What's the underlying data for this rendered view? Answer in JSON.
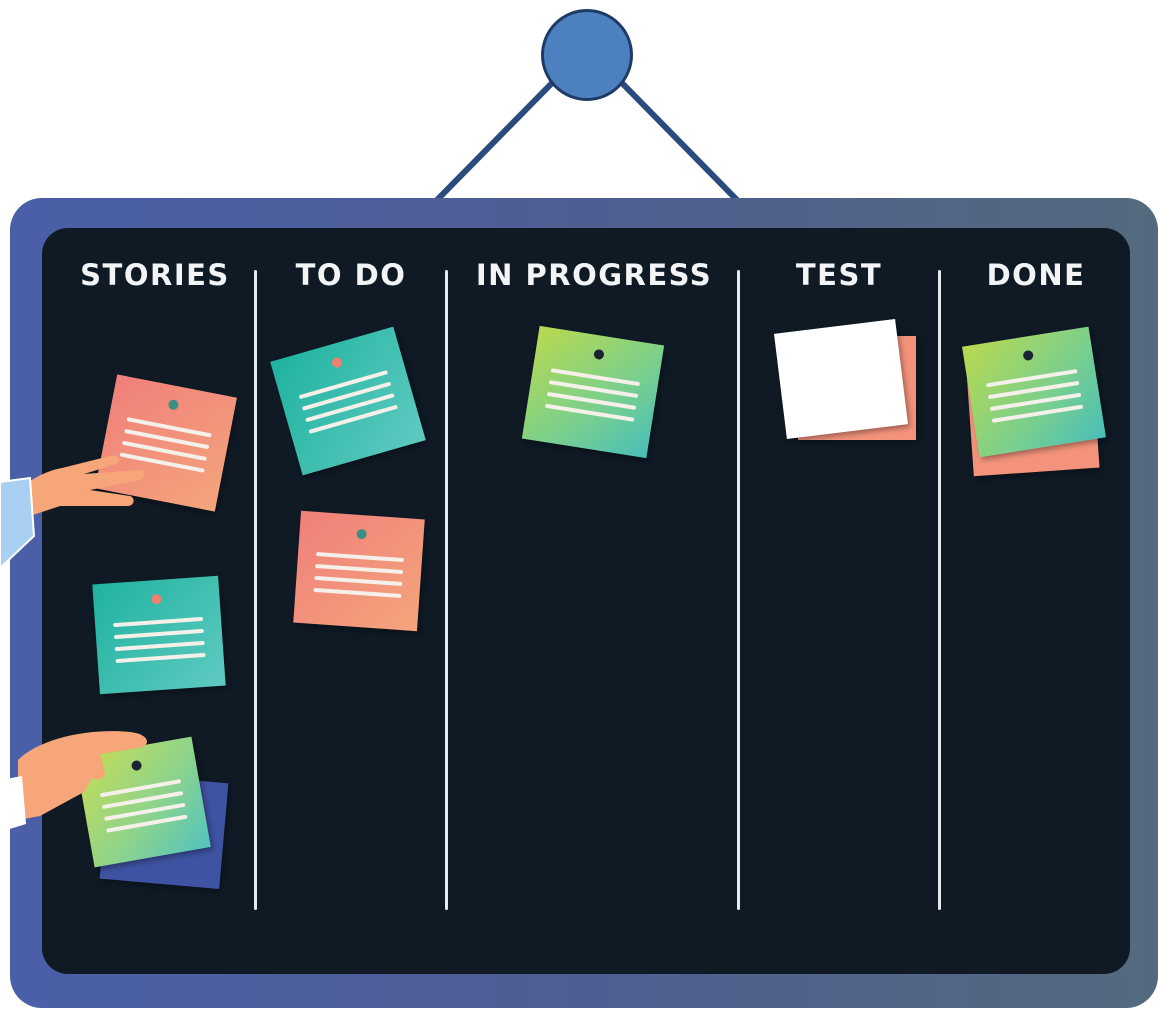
{
  "board": {
    "columns": [
      {
        "key": "stories",
        "label": "STORIES"
      },
      {
        "key": "todo",
        "label": "TO DO"
      },
      {
        "key": "in_progress",
        "label": "IN PROGRESS"
      },
      {
        "key": "test",
        "label": "TEST"
      },
      {
        "key": "done",
        "label": "DONE"
      }
    ]
  },
  "colors": {
    "frame": "#4a5fa8",
    "surface": "#0f1a25",
    "pin": "#4d80bf",
    "note_coral": "#f07f7a",
    "note_teal": "#1fb39f",
    "note_lime": "#c8dd55"
  },
  "icons": [
    "hanger-pin-icon",
    "hand-icon",
    "sticky-note-icon"
  ]
}
